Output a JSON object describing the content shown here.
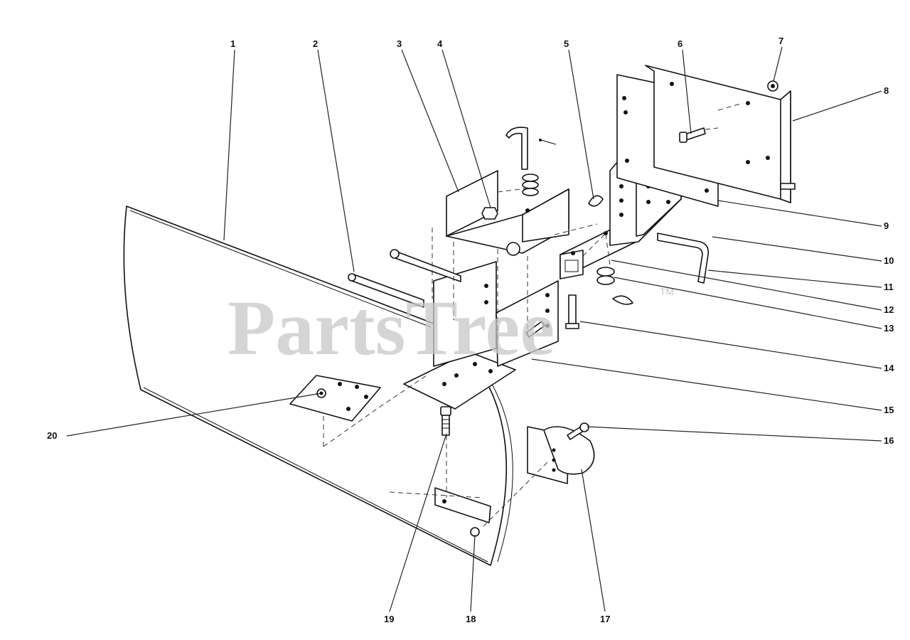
{
  "watermark": {
    "text": "PartsTree",
    "trademark": "TM"
  },
  "callouts": [
    {
      "id": "c1",
      "label": "1"
    },
    {
      "id": "c2",
      "label": "2"
    },
    {
      "id": "c3",
      "label": "3"
    },
    {
      "id": "c4",
      "label": "4"
    },
    {
      "id": "c5",
      "label": "5"
    },
    {
      "id": "c6",
      "label": "6"
    },
    {
      "id": "c7",
      "label": "7"
    },
    {
      "id": "c8",
      "label": "8"
    },
    {
      "id": "c9",
      "label": "9"
    },
    {
      "id": "c10",
      "label": "10"
    },
    {
      "id": "c11",
      "label": "11"
    },
    {
      "id": "c12",
      "label": "12"
    },
    {
      "id": "c13",
      "label": "13"
    },
    {
      "id": "c14",
      "label": "14"
    },
    {
      "id": "c15",
      "label": "15"
    },
    {
      "id": "c16",
      "label": "16"
    },
    {
      "id": "c17",
      "label": "17"
    },
    {
      "id": "c18",
      "label": "18"
    },
    {
      "id": "c19",
      "label": "19"
    },
    {
      "id": "c20",
      "label": "20"
    }
  ]
}
